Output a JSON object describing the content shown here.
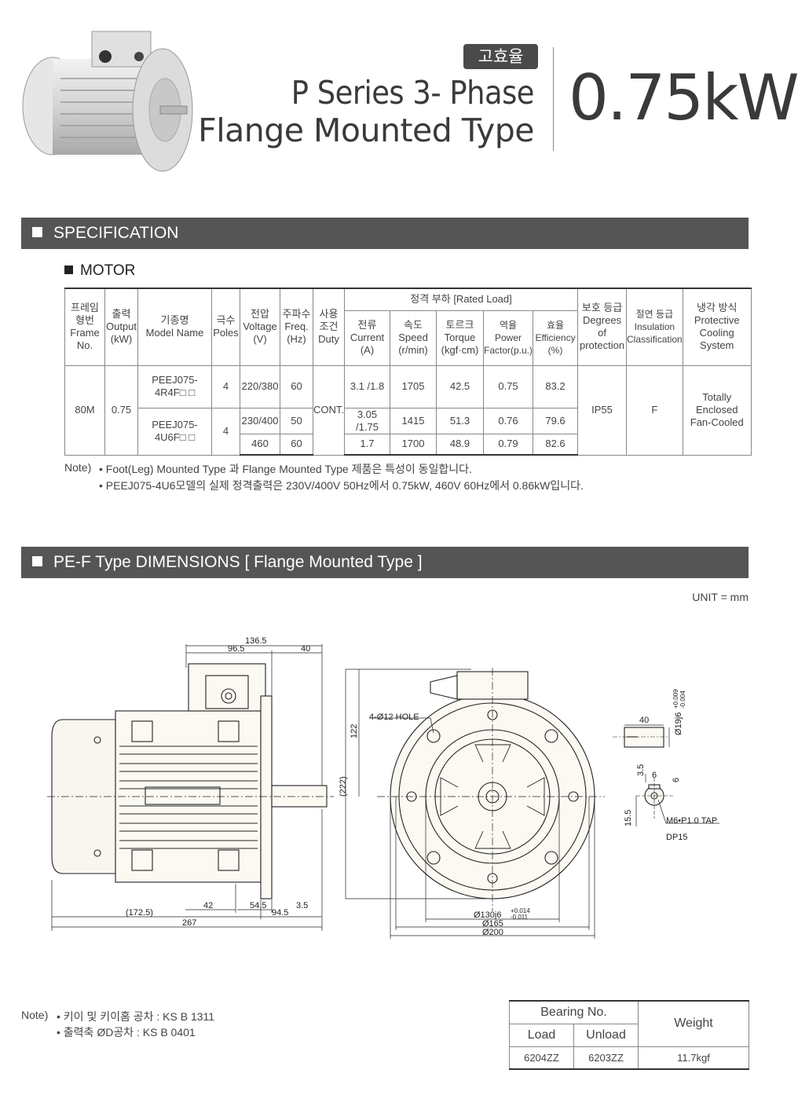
{
  "header": {
    "badge": "고효율",
    "title_line1": "P  Series 3- Phase",
    "title_line2": "Flange Mounted Type",
    "power": "0.75kW"
  },
  "sections": {
    "specification": "SPECIFICATION",
    "motor": "MOTOR",
    "dimensions": "PE-F Type DIMENSIONS [ Flange Mounted Type ]"
  },
  "spec_table": {
    "headers": {
      "frame": [
        "프레임",
        "형번",
        "Frame",
        "No."
      ],
      "output": [
        "출력",
        "Output",
        "(kW)"
      ],
      "model": [
        "기종명",
        "Model Name"
      ],
      "poles": [
        "극수",
        "Poles"
      ],
      "voltage": [
        "전압",
        "Voltage",
        "(V)"
      ],
      "freq": [
        "주파수",
        "Freq.",
        "(Hz)"
      ],
      "duty": [
        "사용",
        "조건",
        "Duty"
      ],
      "rated": "정격 부하 [Rated Load]",
      "current": [
        "전류",
        "Current",
        "(A)"
      ],
      "speed": [
        "속도",
        "Speed",
        "(r/min)"
      ],
      "torque": [
        "토르크",
        "Torque",
        "(kgf·cm)"
      ],
      "pf": [
        "역율",
        "Power",
        "Factor(p.u.)"
      ],
      "eff": [
        "효율",
        "Efficiency",
        "(%)"
      ],
      "protection": [
        "보호 등급",
        "Degrees",
        "of",
        "protection"
      ],
      "insulation": [
        "절연 등급",
        "Insulation",
        "Classification"
      ],
      "cooling": [
        "냉각 방식",
        "Protective",
        "Cooling",
        "System"
      ]
    },
    "frame": "80M",
    "output": "0.75",
    "duty": "CONT.",
    "protection": "IP55",
    "insulation": "F",
    "cooling": [
      "Totally",
      "Enclosed",
      "Fan-Cooled"
    ],
    "rows": [
      {
        "model": [
          "PEEJ075-",
          "4R4F□ □"
        ],
        "poles": "4",
        "voltage": "220/380",
        "freq": "60",
        "current": "3.1 /1.8",
        "speed": "1705",
        "torque": "42.5",
        "pf": "0.75",
        "eff": "83.2"
      },
      {
        "model": [
          "PEEJ075-",
          "4U6F□ □"
        ],
        "poles": "4",
        "voltage": "230/400",
        "freq": "50",
        "current": "3.05 /1.75",
        "speed": "1415",
        "torque": "51.3",
        "pf": "0.76",
        "eff": "79.6"
      },
      {
        "voltage": "460",
        "freq": "60",
        "current": "1.7",
        "speed": "1700",
        "torque": "48.9",
        "pf": "0.79",
        "eff": "82.6"
      }
    ]
  },
  "notes1": {
    "label": "Note)",
    "line1": "• Foot(Leg) Mounted Type 과 Flange Mounted Type 제품은 특성이 동일합니다.",
    "line2": "• PEEJ075-4U6모델의 실제 정격출력은 230V/400V 50Hz에서 0.75kW, 460V 60Hz에서 0.86kW입니다."
  },
  "unit": "UNIT = mm",
  "dims": {
    "d136": "136.5",
    "d96": "96.5",
    "d40": "40",
    "d42": "42",
    "d54": "54.5",
    "d35": "3.5",
    "d1725": "(172.5)",
    "d945": "94.5",
    "d267": "267",
    "d122": "122",
    "d222": "(222)",
    "hole": "4-Ø12 HOLE",
    "d130": "Ø130j6",
    "d130tol1": "+0.014",
    "d130tol2": "-0.011",
    "d165": "Ø165",
    "d200": "Ø200",
    "shaft40": "40",
    "shaftd": "Ø19j6",
    "shafttol1": "+0.009",
    "shafttol2": "-0.004",
    "k35": "3.5",
    "k6a": "6",
    "k6b": "6",
    "k155": "15.5",
    "tap": "M6•P1.0 TAP",
    "dp": "DP15"
  },
  "notes2": {
    "label": "Note)",
    "line1": "• 키이 및 키이홈 공차 : KS B 1311",
    "line2": "• 출력축 ØD공차 : KS B 0401"
  },
  "bearing": {
    "title": "Bearing No.",
    "load_h": "Load",
    "unload_h": "Unload",
    "weight_h": "Weight",
    "load": "6204ZZ",
    "unload": "6203ZZ",
    "weight": "11.7kgf"
  }
}
